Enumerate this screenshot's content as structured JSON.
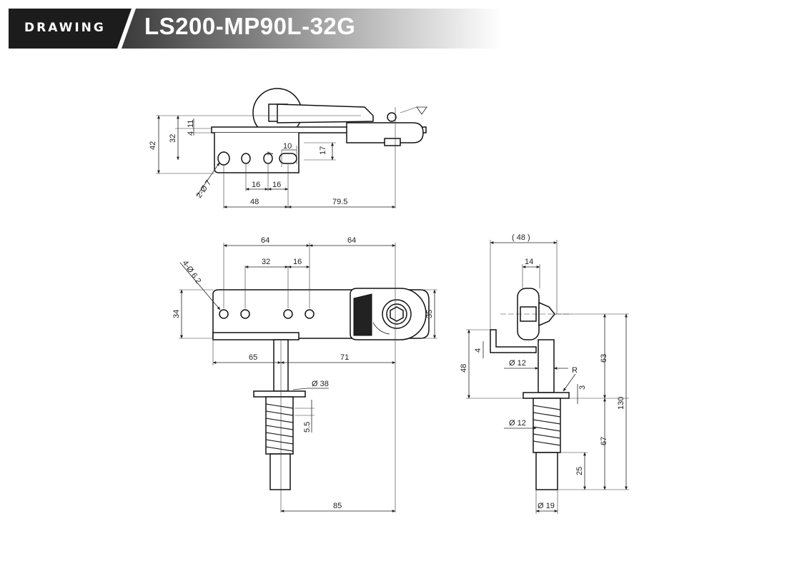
{
  "header": {
    "label": "DRAWING",
    "model": "LS200-MP90L-32G",
    "colors": {
      "dark": "#1c1c1c",
      "gradient_start": "#3a3a3a",
      "gradient_end": "#ffffff"
    }
  },
  "top_view": {
    "dims": {
      "d42": "42",
      "d32": "32",
      "d4": "4",
      "d11": "11",
      "d17": "17",
      "d7": "7",
      "d10": "10",
      "holes": "2-Ø 7",
      "d16a": "16",
      "d16b": "16",
      "d48": "48",
      "d79_5": "79.5"
    }
  },
  "front_view": {
    "dims": {
      "d64a": "64",
      "d64b": "64",
      "d32": "32",
      "d16": "16",
      "holes": "4-Ø 6.2",
      "d34": "34",
      "d35": "35",
      "d65": "65",
      "d71": "71",
      "d38": "Ø 38",
      "d5_5": "5.5",
      "d85": "85"
    }
  },
  "side_view": {
    "dims": {
      "d48p": "( 48 )",
      "d14": "14",
      "d4": "4",
      "d48": "48",
      "d12a": "Ø 12",
      "r": "R",
      "d3": "3",
      "d63": "63",
      "d130": "130",
      "d12b": "Ø 12",
      "d67": "67",
      "d25": "25",
      "d19": "Ø 19"
    }
  }
}
